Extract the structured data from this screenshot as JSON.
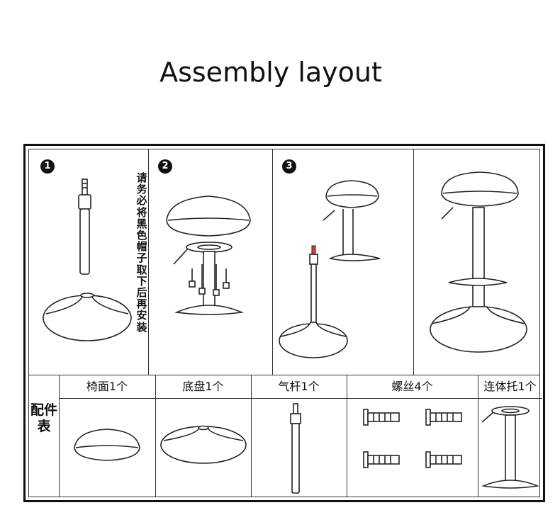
{
  "title": "Assembly layout",
  "steps": [
    {
      "number": "1",
      "note": "请务必将黑色帽子取下后再安装"
    },
    {
      "number": "2"
    },
    {
      "number": "3"
    },
    {
      "number": ""
    }
  ],
  "parts_table": {
    "side_label": "配件表",
    "columns": [
      {
        "label": "椅面1个",
        "icon": "seat-icon"
      },
      {
        "label": "底盘1个",
        "icon": "base-disc-icon"
      },
      {
        "label": "气杆1个",
        "icon": "gas-lift-icon"
      },
      {
        "label": "螺丝4个",
        "icon": "screws-icon"
      },
      {
        "label": "连体托1个",
        "icon": "footrest-bracket-icon"
      }
    ]
  }
}
